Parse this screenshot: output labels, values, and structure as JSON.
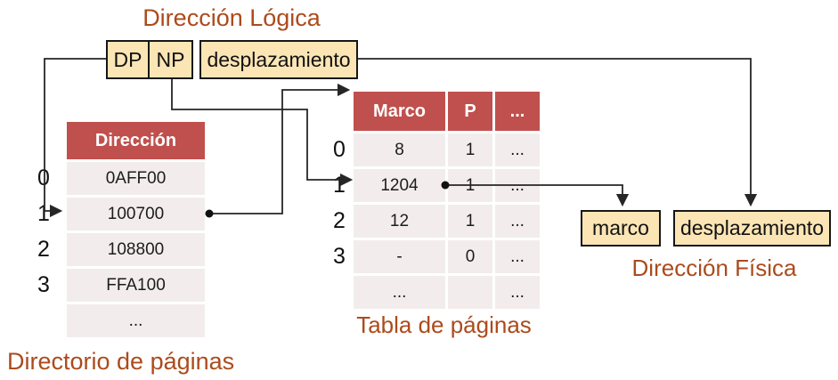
{
  "colors": {
    "table_header_red": "#C0504D",
    "table_row_pink": "#F2EDEC",
    "field_cream": "#FBE5B5",
    "caption_brown": "#AC4B1C",
    "connector_line": "#262626"
  },
  "logical_address": {
    "title": "Dirección Lógica",
    "fields": [
      {
        "label": "DP"
      },
      {
        "label": "NP"
      },
      {
        "label": "desplazamiento"
      }
    ]
  },
  "directory": {
    "caption": "Directorio de páginas",
    "header": "Dirección",
    "row_labels": [
      "0",
      "1",
      "2",
      "3"
    ],
    "rows": [
      "0AFF00",
      "100700",
      "108800",
      "FFA100",
      "..."
    ]
  },
  "page_table": {
    "caption": "Tabla de páginas",
    "headers": [
      "Marco",
      "P",
      "..."
    ],
    "row_labels": [
      "0",
      "1",
      "2",
      "3"
    ],
    "rows": [
      [
        "8",
        "1",
        "..."
      ],
      [
        "1204",
        "1",
        "..."
      ],
      [
        "12",
        "1",
        "..."
      ],
      [
        "-",
        "0",
        "..."
      ],
      [
        "...",
        "",
        "..."
      ]
    ]
  },
  "physical_address": {
    "caption": "Dirección Física",
    "fields": [
      {
        "label": "marco"
      },
      {
        "label": "desplazamiento"
      }
    ]
  }
}
